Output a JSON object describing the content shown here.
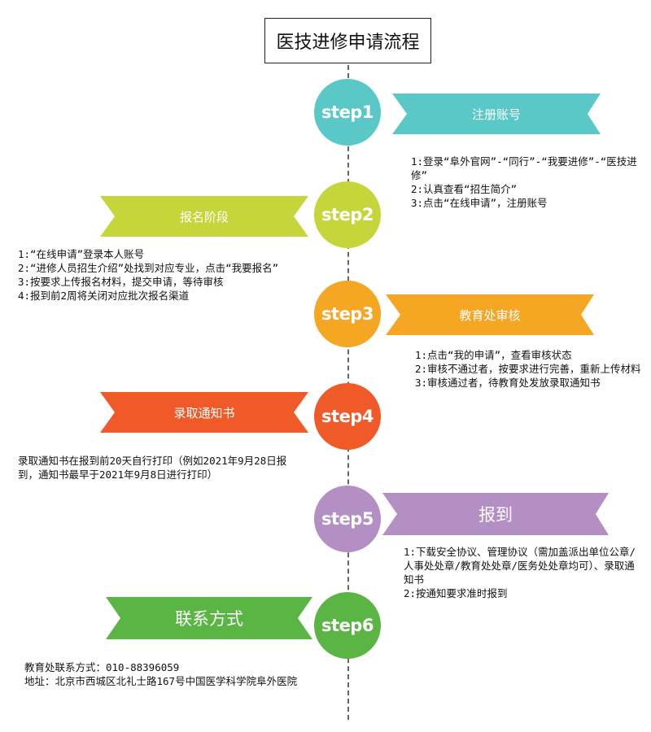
{
  "title": "医技进修申请流程",
  "colors": {
    "step1": "#5bc8c8",
    "step2": "#c5d53a",
    "step3": "#f5a623",
    "step4": "#f05a28",
    "step5": "#b38fc4",
    "step6": "#5ab544"
  },
  "steps": [
    {
      "circle": "step1",
      "banner": "注册账号",
      "desc": [
        "1:登录“阜外官网”-“同行”-“我要进修”-“医技进修”",
        "2:认真查看“招生简介”",
        "3:点击“在线申请”，注册账号"
      ]
    },
    {
      "circle": "step2",
      "banner": "报名阶段",
      "desc": [
        "1:“在线申请”登录本人账号",
        "2:“进修人员招生介绍”处找到对应专业，点击“我要报名”",
        "3:按要求上传报名材料，提交申请，等待审核",
        "4:报到前2周将关闭对应批次报名渠道"
      ]
    },
    {
      "circle": "step3",
      "banner": "教育处审核",
      "desc": [
        "1:点击“我的申请”，查看审核状态",
        "2:审核不通过者，按要求进行完善，重新上传材料",
        "3:审核通过者，待教育处发放录取通知书"
      ]
    },
    {
      "circle": "step4",
      "banner": "录取通知书",
      "desc": [
        "录取通知书在报到前20天自行打印（例如2021年9月28日报到，通知书最早于2021年9月8日进行打印）"
      ]
    },
    {
      "circle": "step5",
      "banner": "报到",
      "desc": [
        "1:下载安全协议、管理协议（需加盖派出单位公章/人事处处章/教育处处章/医务处处章均可）、录取通知书",
        "2:按通知要求准时报到"
      ]
    },
    {
      "circle": "step6",
      "banner": "联系方式",
      "desc": [
        "教育处联系方式：010-88396059",
        "地址：北京市西城区北礼士路167号中国医学科学院阜外医院"
      ]
    }
  ]
}
